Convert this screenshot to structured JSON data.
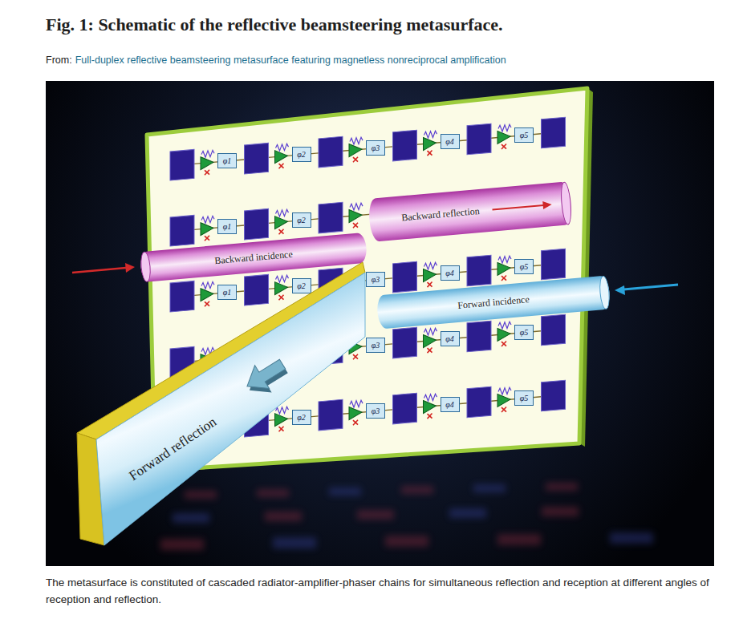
{
  "diagram": {
    "title": "Fig. 1: Schematic of the reflective beamsteering metasurface.",
    "caption": "The metasurface is constituted of cascaded radiator-amplifier-phaser chains for simultaneous reflection and reception at different angles of reception and reflection.",
    "nodes": [
      {
        "text": [
          "φ1"
        ]
      },
      {
        "text": [
          "φ2"
        ]
      },
      {
        "text": [
          "φ3"
        ]
      },
      {
        "text": [
          "φ4"
        ]
      },
      {
        "text": [
          "φ5"
        ]
      },
      {
        "text": [
          "φ1"
        ]
      },
      {
        "text": [
          "φ2"
        ]
      },
      {
        "text": [
          "Backward reflection"
        ]
      },
      {
        "text": [
          "Backward incidence"
        ]
      },
      {
        "text": [
          "φ1"
        ]
      },
      {
        "text": [
          "φ2"
        ]
      },
      {
        "text": [
          "φ3"
        ]
      },
      {
        "text": [
          "φ4"
        ]
      },
      {
        "text": [
          "φ5"
        ]
      },
      {
        "text": [
          "Forward incidence"
        ]
      },
      {
        "text": [
          "φ3"
        ]
      },
      {
        "text": [
          "φ4"
        ]
      },
      {
        "text": [
          "φ5"
        ]
      },
      {
        "text": [
          "Forward reflection"
        ]
      },
      {
        "text": [
          "φ2"
        ]
      },
      {
        "text": [
          "φ3"
        ]
      },
      {
        "text": [
          "φ4"
        ]
      },
      {
        "text": [
          "φ5"
        ]
      }
    ],
    "labels": [
      "From:",
      "Full-duplex reflective beamsteering metasurface featuring magnetless nonreciprocal amplification"
    ]
  }
}
